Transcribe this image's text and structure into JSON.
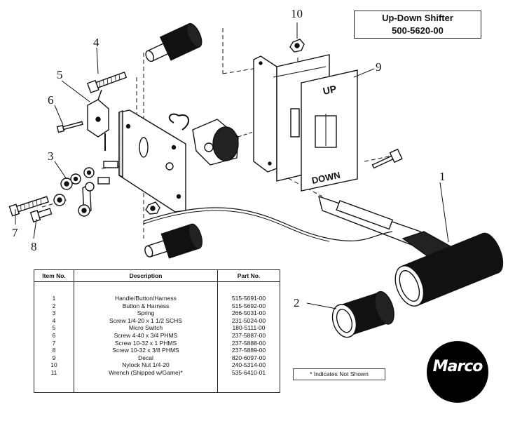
{
  "title": {
    "line1": "Up-Down Shifter",
    "line2": "500-5620-00"
  },
  "callouts": [
    "1",
    "2",
    "3",
    "4",
    "5",
    "6",
    "7",
    "8",
    "9",
    "10"
  ],
  "decal": {
    "up": "UP",
    "down": "DOWN"
  },
  "table": {
    "headers": [
      "Item No.",
      "Description",
      "Part No."
    ],
    "rows": [
      [
        "1",
        "Handle/Button/Harness",
        "515-5691-00"
      ],
      [
        "2",
        "Button & Harness",
        "515-5692-00"
      ],
      [
        "3",
        "Spring",
        "266-5031-00"
      ],
      [
        "4",
        "Screw 1/4-20 x 1 1/2 SCHS",
        "231-5024-00"
      ],
      [
        "5",
        "Micro Switch",
        "180-5111-00"
      ],
      [
        "6",
        "Screw 4-40 x 3/4 PHMS",
        "237-5887-00"
      ],
      [
        "7",
        "Screw 10-32 x 1 PHMS",
        "237-5888-00"
      ],
      [
        "8",
        "Screw 10-32 x 3/8 PHMS",
        "237-5889-00"
      ],
      [
        "9",
        "Decal",
        "820-6097-00"
      ],
      [
        "10",
        "Nylock Nut 1/4-20",
        "240-5314-00"
      ],
      [
        "11",
        "Wrench (Shipped w/Game)*",
        "535-6410-01"
      ]
    ]
  },
  "note": "* Indicates Not Shown",
  "logo": "Marco"
}
